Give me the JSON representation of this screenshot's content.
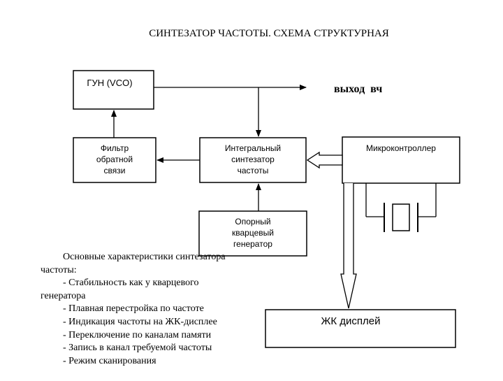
{
  "title": "СИНТЕЗАТОР ЧАСТОТЫ. СХЕМА СТРУКТУРНАЯ",
  "blocks": {
    "vco": [
      "ГУН (VCO)"
    ],
    "filter": [
      "Фильтр",
      "обратной",
      "связи"
    ],
    "synth": [
      "Интегральный",
      "синтезатор",
      "частоты"
    ],
    "mcu": [
      "Микроконтроллер"
    ],
    "ref": [
      "Опорный",
      "кварцевый",
      "генератор"
    ],
    "lcd": [
      "ЖК дисплей"
    ]
  },
  "output_label": "выход  вч",
  "notes": {
    "heading_line1": "Основные характеристики синтезатора",
    "heading_line2": "частоты:",
    "items": [
      {
        "line1": "- Стабильность как у кварцевого",
        "line2": "генератора"
      },
      {
        "line1": "- Плавная перестройка по частоте"
      },
      {
        "line1": "- Индикация частоты на ЖК-дисплее"
      },
      {
        "line1": "- Переключение по каналам памяти"
      },
      {
        "line1": "- Запись в канал требуемой частоты"
      },
      {
        "line1": "- Режим сканирования"
      }
    ]
  }
}
